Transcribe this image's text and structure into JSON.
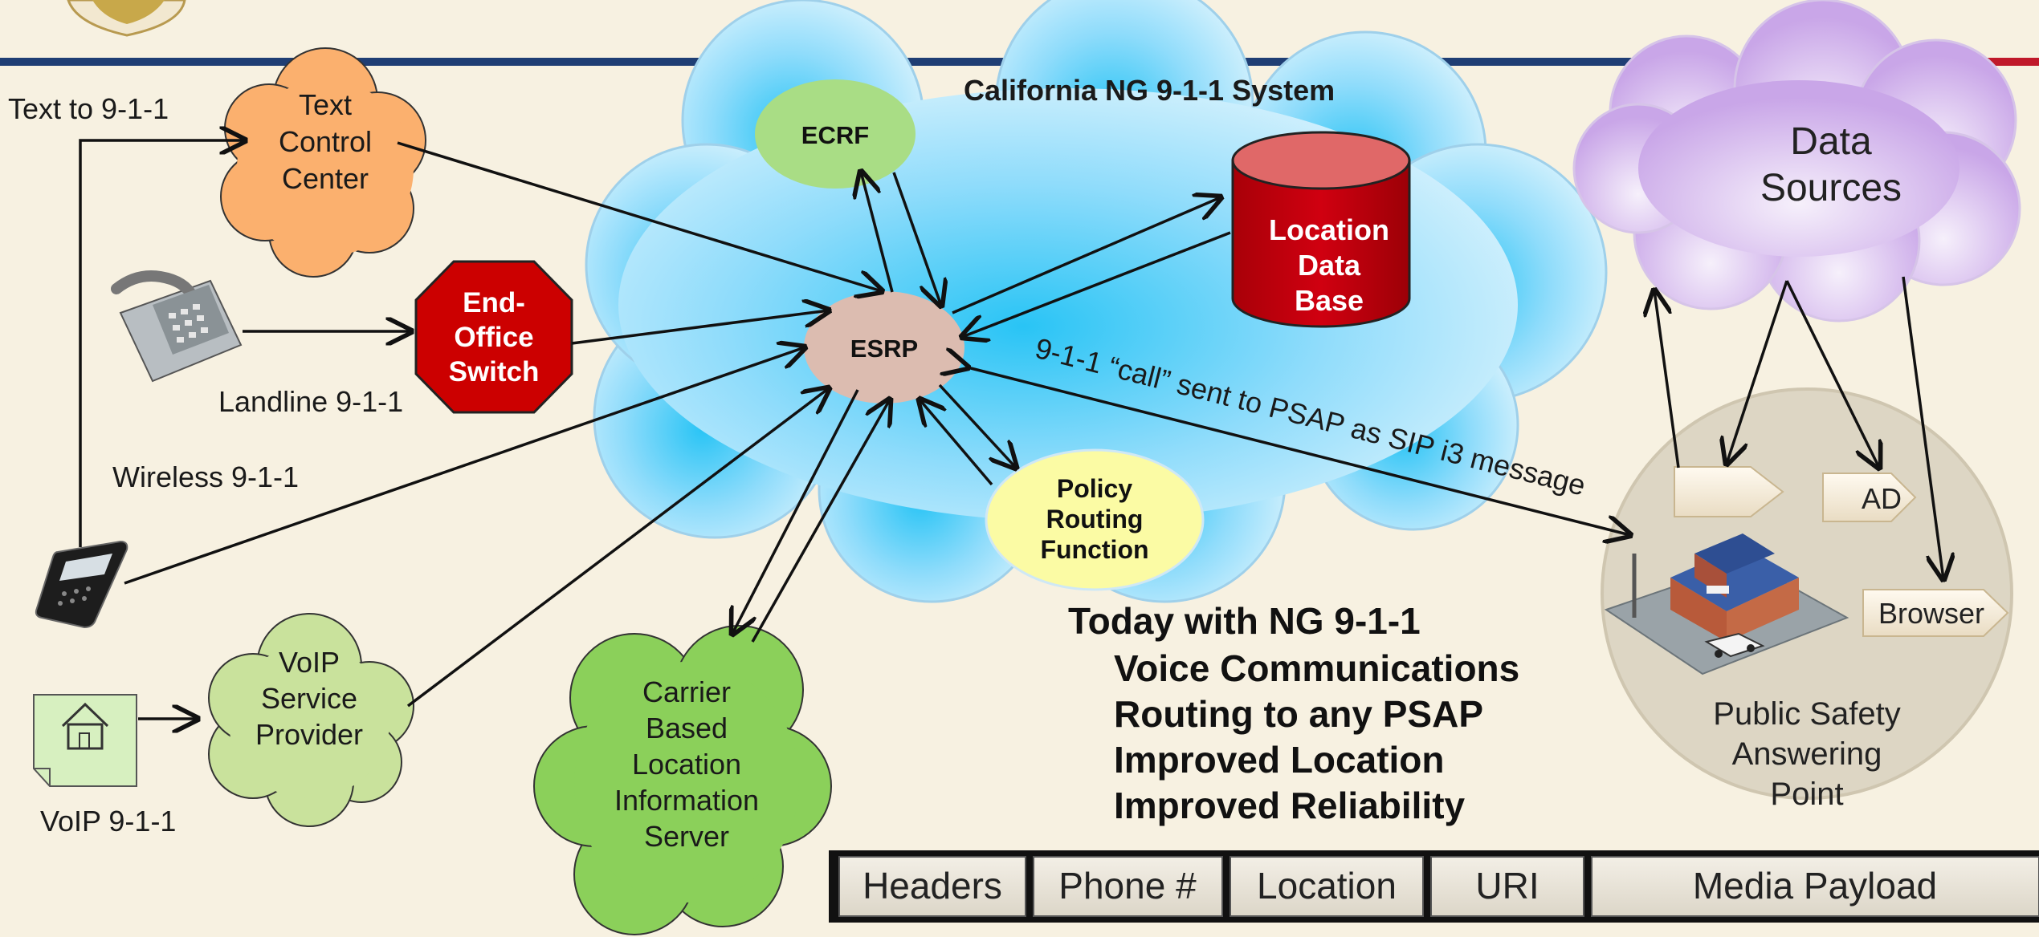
{
  "cloud_title": "California NG 9-1-1 System",
  "nodes": {
    "text_control_center": [
      "Text",
      "Control",
      "Center"
    ],
    "end_office_switch": [
      "End-",
      "Office",
      "Switch"
    ],
    "ecrf": "ECRF",
    "esrp": "ESRP",
    "location_db": [
      "Location",
      "Data",
      "Base"
    ],
    "policy_routing": [
      "Policy",
      "Routing",
      "Function"
    ],
    "voip_provider": [
      "VoIP",
      "Service",
      "Provider"
    ],
    "carrier_lis": [
      "Carrier",
      "Based",
      "Location",
      "Information",
      "Server"
    ],
    "data_sources": [
      "Data",
      "Sources"
    ],
    "psap": [
      "Public Safety",
      "Answering",
      "Point"
    ]
  },
  "inputs": {
    "text": "Text to 9-1-1",
    "landline": "Landline 9-1-1",
    "wireless": "Wireless  9-1-1",
    "voip": "VoIP  9-1-1"
  },
  "sip_message": "9-1-1 “call” sent to PSAP as SIP i3 message",
  "psap_tags": [
    "",
    "AD",
    "Browser"
  ],
  "benefits": {
    "title": "Today with NG 9-1-1",
    "items": [
      "Voice Communications",
      "Routing to any PSAP",
      "Improved Location",
      "Improved Reliability"
    ]
  },
  "message_fields": [
    "Headers",
    "Phone #",
    "Location",
    "URI",
    "Media Payload"
  ],
  "colors": {
    "background": "#f7f1e1",
    "header_line": "#1f3e74",
    "accent_line": "#c0192a",
    "ng_cloud": "#8fdcfb",
    "ecrf": "#a9dd85",
    "esrp": "#dcbcb0",
    "location_db": "#c4000a",
    "policy": "#fbfba4",
    "text_center": "#fbb06e",
    "end_office": "#cc0000",
    "voip_cloud": "#c9e29c",
    "carrier_cloud": "#8bd05a",
    "data_sources": "#dcc0ee",
    "psap_circle": "#ddd6c4"
  },
  "icons": [
    "logo-emblem-icon",
    "desk-phone-icon",
    "mobile-phone-icon",
    "house-icon",
    "police-station-icon"
  ]
}
